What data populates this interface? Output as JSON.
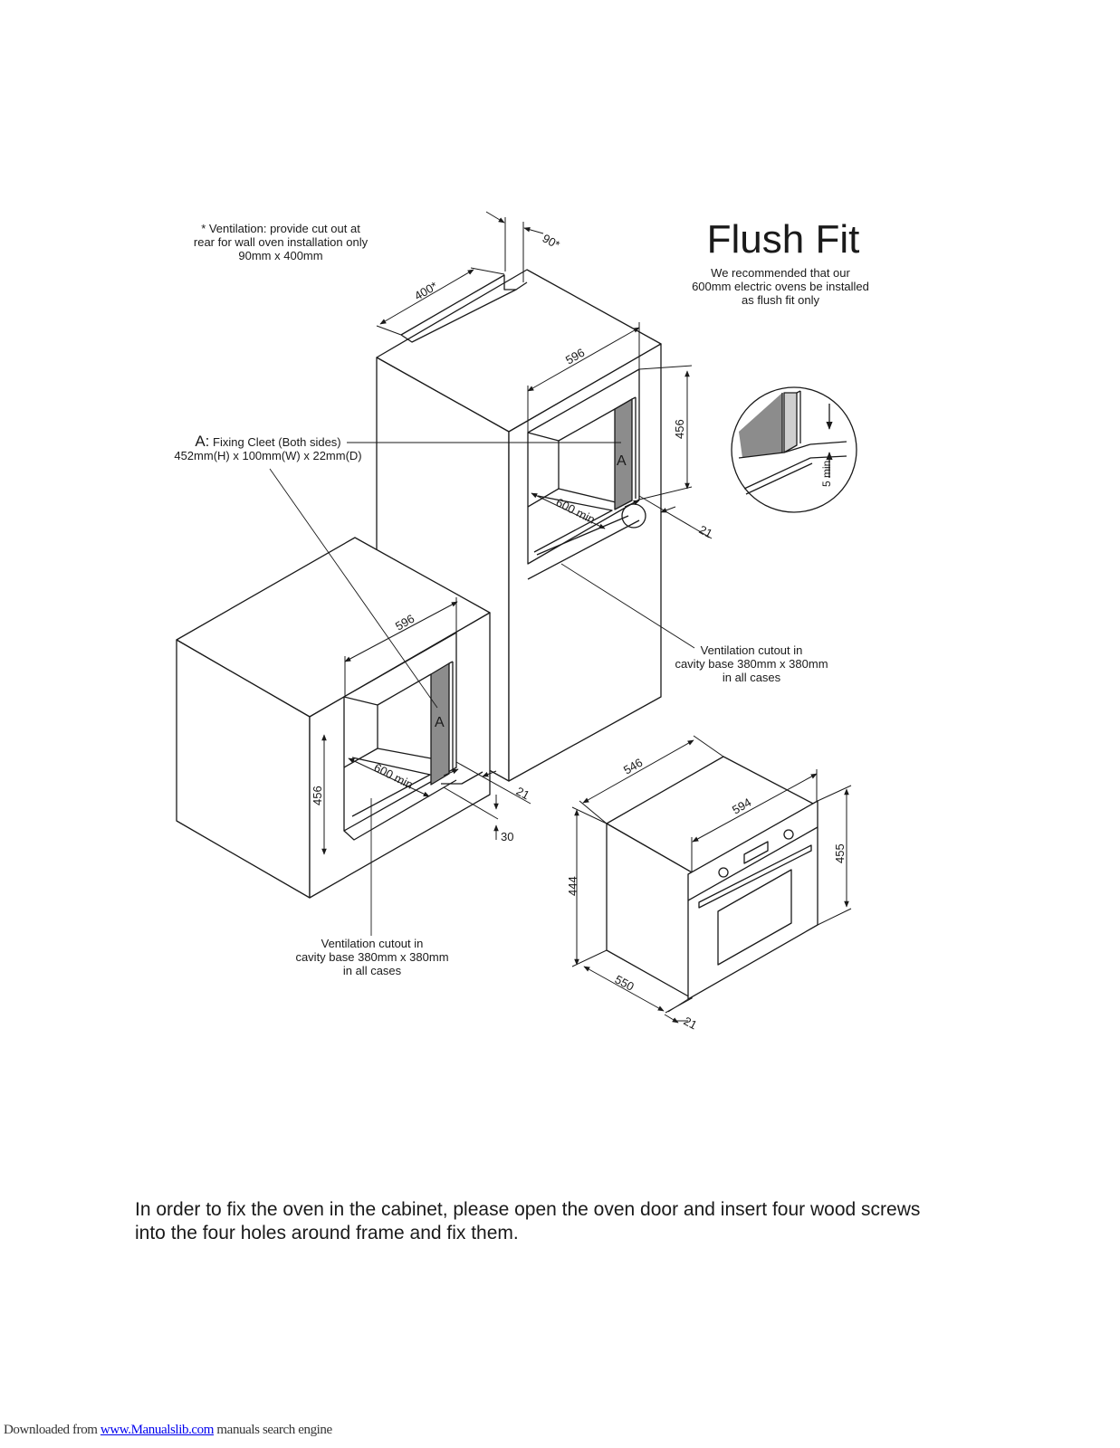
{
  "title": "Flush Fit",
  "recommendation": [
    "We recommended that our",
    "600mm electric ovens be installed",
    "as flush fit only"
  ],
  "ventilation_note": [
    "* Ventilation: provide cut out at",
    "rear for wall oven installation only",
    "90mm x 400mm"
  ],
  "fixing_cleet": {
    "letter": "A:",
    "label": "Fixing Cleet (Both sides)",
    "dimensions": "452mm(H) x 100mm(W) x 22mm(D)"
  },
  "ventilation_cutout": [
    "Ventilation cutout in",
    "cavity base 380mm x 380mm",
    "in all cases"
  ],
  "marker_letter": "A",
  "dimensions": {
    "vent_width": "90*",
    "vent_length": "400*",
    "tall_width": "596",
    "tall_height": "456",
    "tall_depth": "600 min",
    "tall_gap": "21",
    "detail_gap": "5 min",
    "base_width": "596",
    "base_height": "456",
    "base_depth": "600 min",
    "base_gap": "21",
    "base_bottom": "30",
    "oven_depth": "546",
    "oven_width": "594",
    "oven_front_height": "455",
    "oven_body_height": "444",
    "oven_body_depth": "550",
    "oven_door": "21"
  },
  "instructions": [
    "In order to fix the oven in the cabinet, please open the oven door and insert four wood screws",
    "into the four holes around frame and fix them."
  ],
  "footer": {
    "prefix": "Downloaded from ",
    "link": "www.Manualslib.com",
    "suffix": " manuals search engine"
  },
  "colors": {
    "line": "#1a1a1a",
    "cleet_fill": "#8c8c8c",
    "link": "#0000ee"
  }
}
